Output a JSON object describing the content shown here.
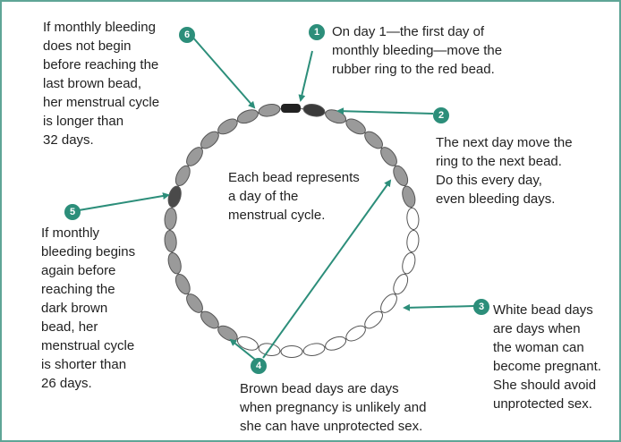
{
  "colors": {
    "frame": "#5fa596",
    "arrow": "#2c8e7a",
    "brown_bead": "#9a9a9a",
    "dark_bead": "#4a4a4a",
    "red_bead": "#3a3a3a",
    "white_bead": "#ffffff"
  },
  "callouts": {
    "c1": {
      "num": "1",
      "text": "On day 1—the first day of\nmonthly bleeding—move the\nrubber ring to the red bead."
    },
    "c2": {
      "num": "2",
      "text": "The next day move the\nring to the next bead.\nDo this every day,\neven bleeding days."
    },
    "c3": {
      "num": "3",
      "text": "White bead days\nare days when\nthe woman can\nbecome pregnant.\nShe should avoid\nunprotected sex."
    },
    "c4": {
      "num": "4",
      "text": "Brown bead days are days\nwhen pregnancy is unlikely and\nshe can have unprotected sex."
    },
    "c5": {
      "num": "5",
      "text": "If monthly\nbleeding begins\nagain before\nreaching the\ndark brown\nbead, her\nmenstrual cycle\nis shorter than\n26 days."
    },
    "c6": {
      "num": "6",
      "text": "If monthly bleeding\ndoes not begin\nbefore reaching the\nlast brown bead,\nher menstrual cycle\nis longer than\n32 days."
    }
  },
  "center_text": "Each bead represents\na day of the\nmenstrual cycle.",
  "necklace": {
    "bead_count": 33,
    "white_bead_days": [
      8,
      9,
      10,
      11,
      12,
      13,
      14,
      15,
      16,
      17,
      18,
      19
    ],
    "dark_bead_day": 27,
    "red_bead_day": 1
  }
}
